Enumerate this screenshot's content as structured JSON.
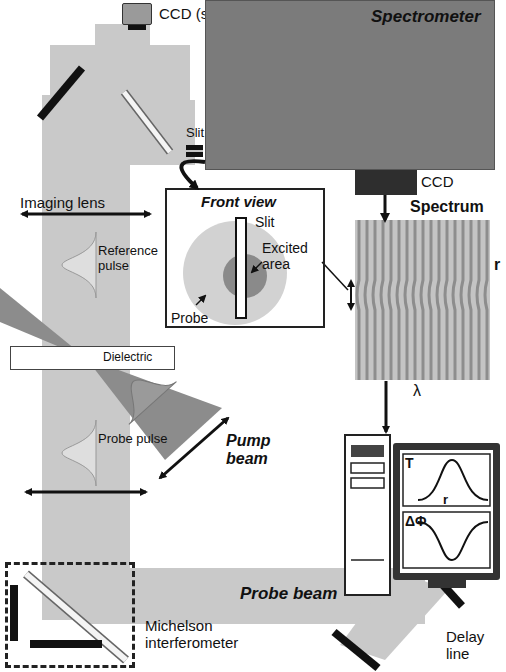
{
  "diagram": {
    "nodes": [
      {
        "text": [
          "CCD (surface visualization)"
        ]
      },
      {
        "text": [
          "Spectrometer"
        ]
      },
      {
        "text": [
          "CCD"
        ]
      },
      {
        "text": [
          "Front view",
          "Slit",
          "Probe",
          "Excited area"
        ]
      },
      {
        "text": [
          "Spectrum",
          "r",
          "λ"
        ]
      },
      {
        "text": [
          "Dielectric"
        ]
      },
      {
        "text": [
          "T",
          "r",
          "ΔΦ"
        ]
      },
      {
        "text": [
          "Michelson interferometer"
        ]
      }
    ],
    "edges": [
      {
        "from": 1,
        "to": 3,
        "arrow": "to"
      },
      {
        "from": 2,
        "to": 4,
        "arrow": "to"
      }
    ],
    "labels": [
      "Slit",
      "Imaging lens",
      "Reference pulse",
      "Probe pulse",
      "Pump beam",
      "Probe beam",
      "Delay line"
    ]
  }
}
